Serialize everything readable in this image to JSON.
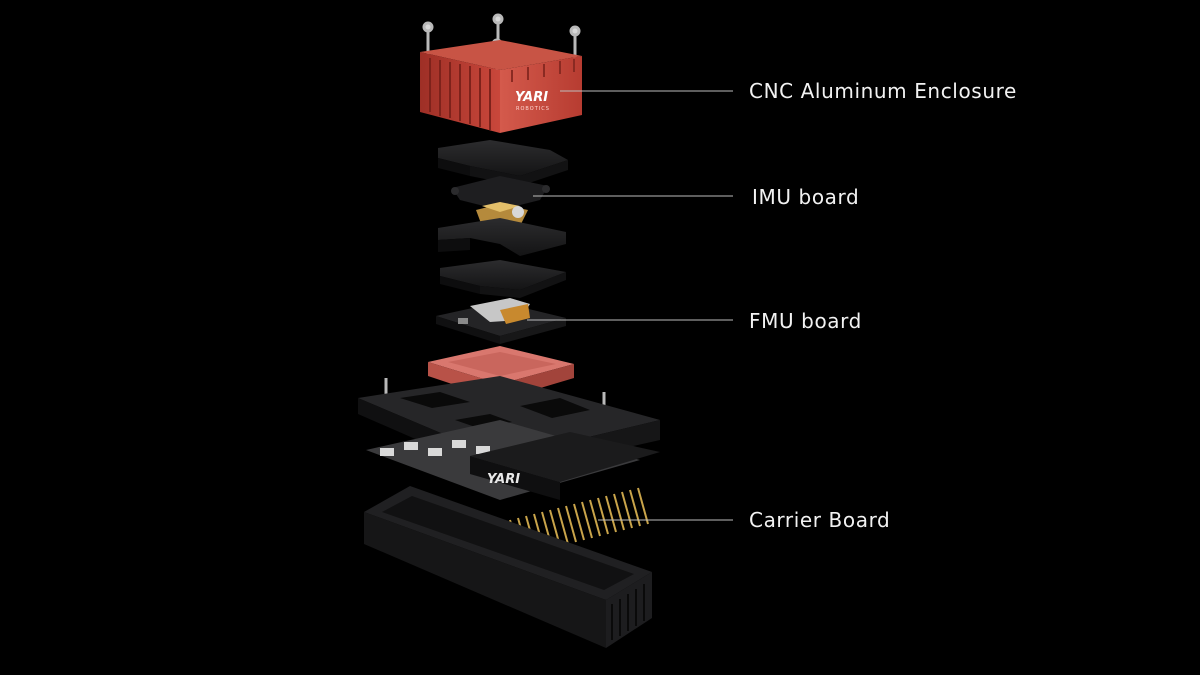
{
  "labels": {
    "enclosure": "CNC Aluminum Enclosure",
    "imu": "IMU board",
    "fmu": "FMU board",
    "carrier": "Carrier Board"
  },
  "brand": {
    "logo_text": "YARI",
    "logo_subtext": "ROBOTICS"
  },
  "colors": {
    "background": "#000000",
    "enclosure": "#c2473a",
    "tray": "#d9776e",
    "label": "#f2f2f2",
    "leader": "#bdbdbd",
    "pins": "#c9a44a"
  }
}
